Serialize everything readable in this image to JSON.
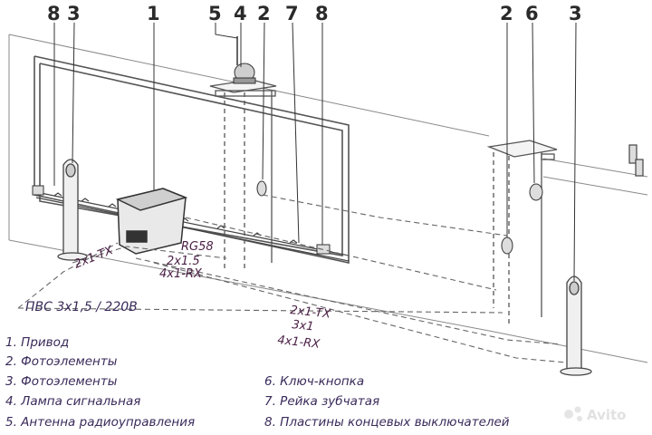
{
  "callouts": {
    "top_left_8": "8",
    "top_left_3": "3",
    "top_1": "1",
    "top_5": "5",
    "top_4": "4",
    "top_2": "2",
    "top_7": "7",
    "top_8": "8",
    "right_2": "2",
    "right_6": "6",
    "right_3": "3"
  },
  "cables": {
    "left_tx": "2x1-TX",
    "rg58": "RG58",
    "mid_2x15": "2x1.5",
    "mid_rx": "4x1-RX",
    "long_tx": "2x1-TX",
    "long_3x1": "3x1",
    "long_rx": "4x1-RX"
  },
  "supply_label": "ПВС 3х1,5 / 220В",
  "legend_left": [
    "1. Привод",
    "2. Фотоэлементы",
    "3. Фотоэлементы",
    "4. Лампа сигнальная",
    "5. Антенна радиоуправления"
  ],
  "legend_right": [
    "6. Ключ-кнопка",
    "7. Рейка зубчатая",
    "8. Пластины концевых выключателей"
  ],
  "watermark": "Avito",
  "colors": {
    "lines": "#5a5a5a",
    "cable_text": "#4a1f45",
    "legend_text": "#3a2a5a"
  }
}
